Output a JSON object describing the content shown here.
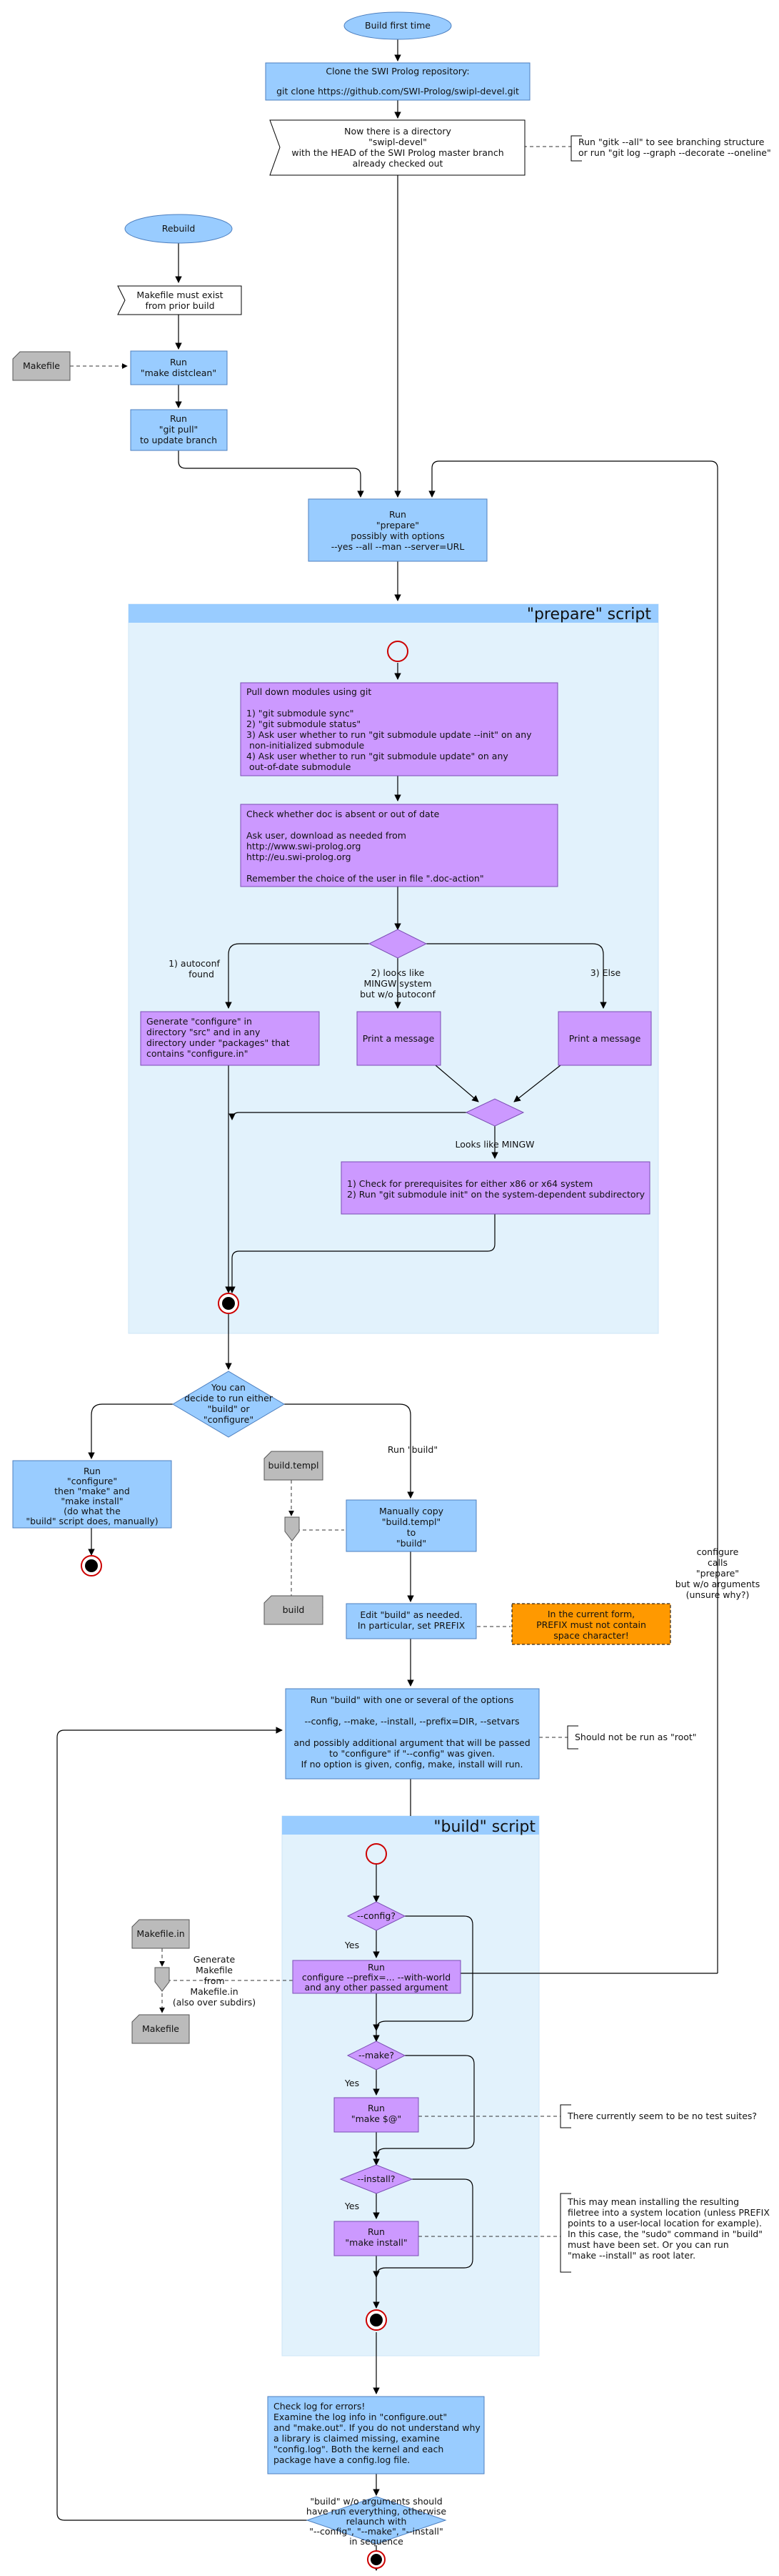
{
  "start_build": "Build first time",
  "clone": [
    "Clone the SWI Prolog repository:",
    "",
    "git clone https://github.com/SWI-Prolog/swipl-devel.git"
  ],
  "directory_note": [
    "Now there is a directory",
    "\"swipl-devel\"",
    "with the HEAD of the SWI Prolog master branch",
    "already checked out"
  ],
  "gitk_note": [
    "Run \"gitk --all\" to see branching structure",
    "or run \"git log --graph --decorate --oneline\""
  ],
  "rebuild": "Rebuild",
  "makefile_note": [
    "Makefile must exist",
    "from prior build"
  ],
  "makefile_doc": "Makefile",
  "distclean": [
    "Run",
    "\"make distclean\""
  ],
  "git_pull": [
    "Run",
    "\"git pull\"",
    "to update branch"
  ],
  "run_prepare": [
    "Run",
    "\"prepare\"",
    "possibly with options",
    "--yes --all --man --server=URL"
  ],
  "prepare_title": "\"prepare\" script",
  "pull_modules": [
    "Pull down modules using git",
    "",
    "1) \"git submodule sync\"",
    "2) \"git submodule status\"",
    "3) Ask user whether to run \"git submodule update --init\" on any",
    "    non-initialized submodule",
    "4) Ask user whether to run \"git submodule update\" on any",
    "    out-of-date submodule"
  ],
  "check_doc": [
    "Check whether doc is absent or out of date",
    "",
    "Ask user, download as needed from",
    "http://www.swi-prolog.org",
    "http://eu.swi-prolog.org",
    "",
    "Remember the choice of the user in file \".doc-action\""
  ],
  "branch_autoconf": [
    "1) autoconf",
    "found"
  ],
  "branch_mingw": [
    "2) looks like",
    "MINGW system",
    "but w/o autoconf"
  ],
  "branch_else": "3) Else",
  "generate_configure": [
    "Generate \"configure\" in",
    "directory \"src\" and in any",
    "directory under \"packages\" that",
    "contains \"configure.in\""
  ],
  "print_message": "Print a message",
  "looks_like_mingw": "Looks like MINGW",
  "mingw_steps": [
    "1) Check for prerequisites for either x86 or x64 system",
    "2) Run \"git submodule init\" on the system-dependent subdirectory"
  ],
  "decide": [
    "You can",
    "decide to run either",
    "\"build\" or",
    "\"configure\""
  ],
  "run_build_label": "Run \"build\"",
  "configure_path": [
    "Run",
    "\"configure\"",
    "then \"make\" and",
    "\"make install\"",
    "(do what the",
    "\"build\" script does, manually)"
  ],
  "build_templ_doc": "build.templ",
  "manual_copy": [
    "Manually copy",
    "\"build.templ\"",
    "to",
    "\"build\""
  ],
  "build_doc": "build",
  "edit_build": [
    "Edit \"build\" as needed.",
    "In particular, set PREFIX"
  ],
  "prefix_warning": [
    "In the current form,",
    "PREFIX must not contain",
    "space character!"
  ],
  "configure_calls": [
    "configure",
    "calls",
    "\"prepare\"",
    "but w/o arguments",
    "(unsure why?)"
  ],
  "run_build_options": [
    "Run \"build\" with one or several of the options",
    "",
    "--config, --make, --install, --prefix=DIR, --setvars",
    "",
    "and possibly additional argument that will be passed",
    "to \"configure\" if \"--config\" was given.",
    "If no option is given, config, make, install will run."
  ],
  "root_note": "Should not be run as \"root\"",
  "build_title": "\"build\" script",
  "makefile_in_doc": "Makefile.in",
  "generate_makefile": [
    "Generate",
    "Makefile",
    "from",
    "Makefile.in",
    "(also over subdirs)"
  ],
  "q_config": "--config?",
  "q_make": "--make?",
  "q_install": "--install?",
  "yes": "Yes",
  "run_configure": [
    "Run",
    "configure --prefix=... --with-world",
    "and any other passed argument"
  ],
  "run_make": [
    "Run",
    "\"make $@\""
  ],
  "test_note": "There currently seem to be no test suites?",
  "run_make_install": [
    "Run",
    "\"make install\""
  ],
  "install_note": [
    "This may mean installing the resulting",
    "filetree into a system location (unless PREFIX",
    "points to a user-local location for example).",
    "In this case, the \"sudo\" command in \"build\"",
    "must have been set. Or you can run",
    "\"make --install\" as root later."
  ],
  "check_log": [
    "Check log for errors!",
    "Examine the log info in \"configure.out\"",
    "and \"make.out\". If you do not understand why",
    "a library is claimed missing, examine",
    "\"config.log\". Both the kernel and each",
    "package have a config.log file."
  ],
  "final_decision": [
    "\"build\" w/o arguments should",
    "have run everything, otherwise",
    "relaunch with",
    "\"--config\", \"--make\", \"--install\"",
    "in sequence"
  ],
  "colors": {
    "node_blue": "#99ccff",
    "node_purple": "#cc99ff",
    "swimlane_bg": "#e2f2fc",
    "swimlane_header": "#99ccff",
    "warning_orange": "#ff9900",
    "document_gray": "#bbbbbb",
    "end_ring": "#cc0000"
  }
}
